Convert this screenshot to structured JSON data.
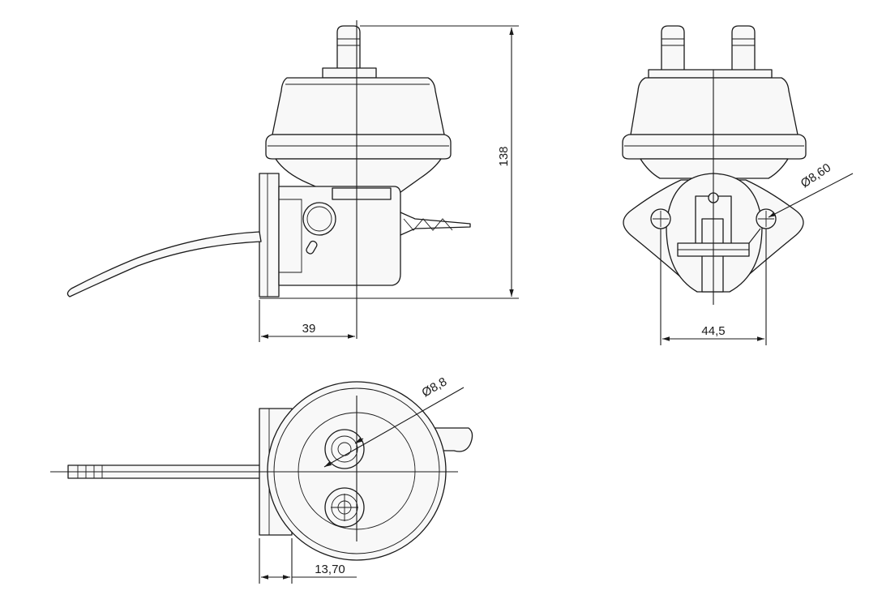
{
  "dimensions": {
    "height_overall": "138",
    "flange_offset": "39",
    "mount_hole_spacing": "44,5",
    "mount_hole_diameter": "Ø8,60",
    "port_diameter": "Ø8,8",
    "flange_thickness": "13,70"
  }
}
